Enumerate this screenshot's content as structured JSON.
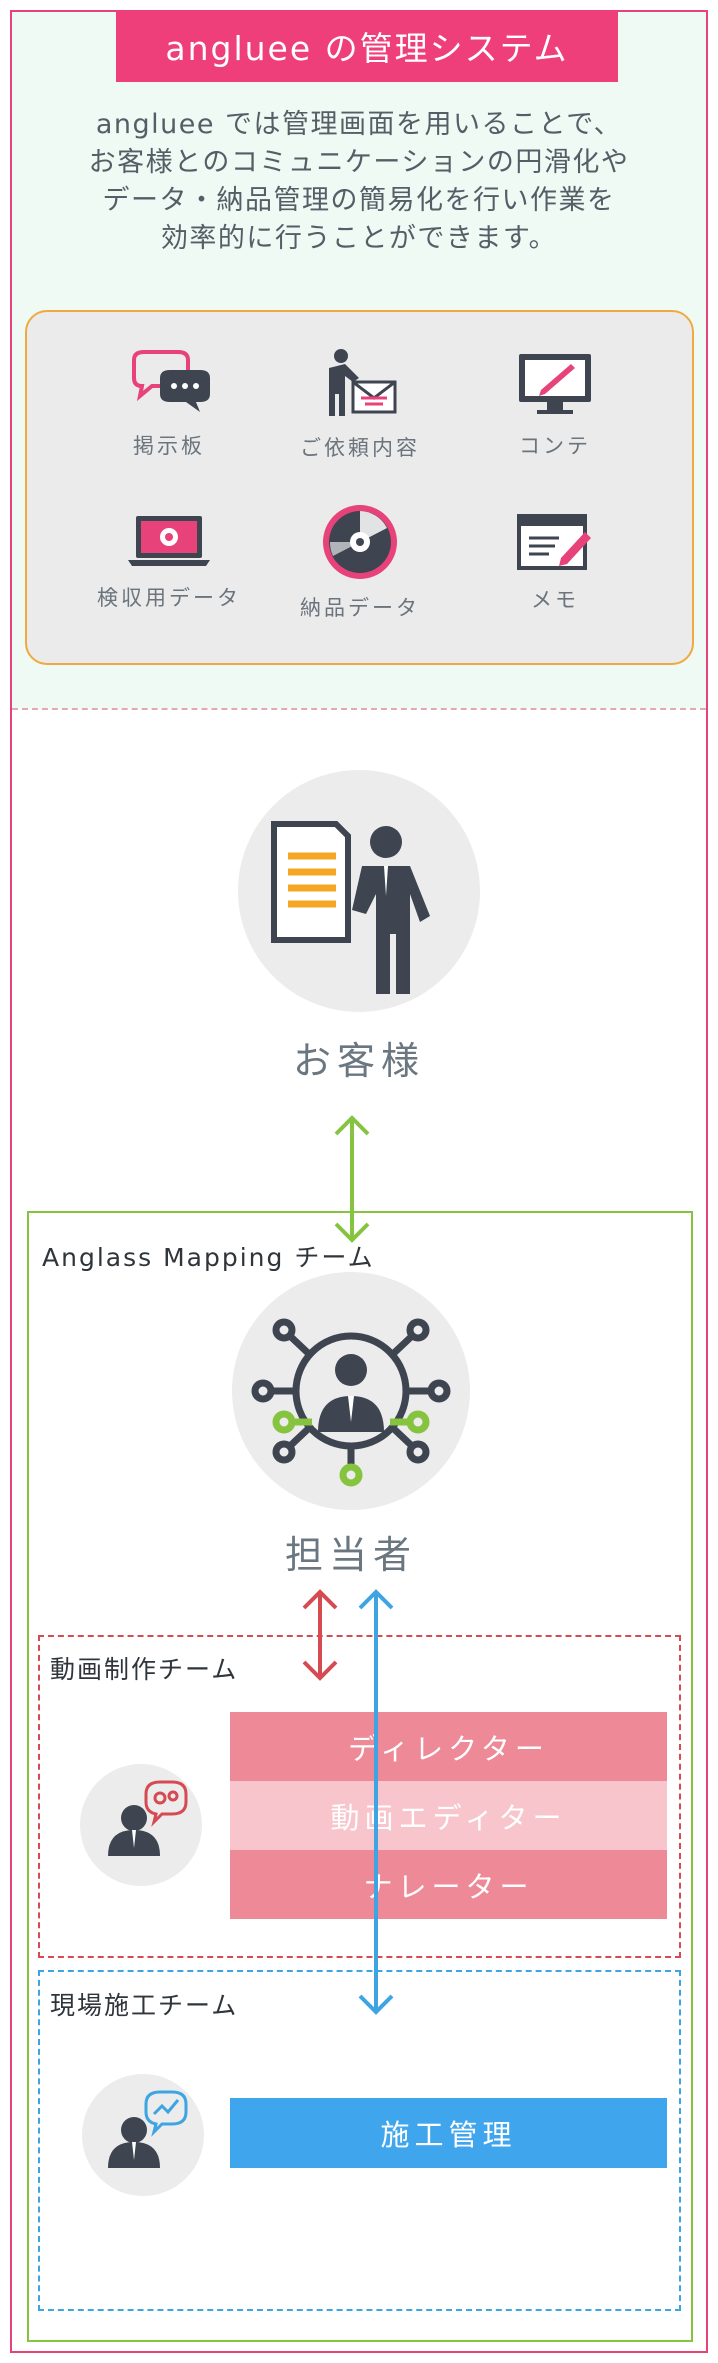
{
  "header": {
    "title": "angluee の管理システム",
    "intro_lines": [
      "angluee では管理画面を用いることで、",
      "お客様とのコミュニケーションの円滑化や",
      "データ・納品管理の簡易化を行い作業を",
      "効率的に行うことができます。"
    ]
  },
  "features": [
    {
      "label": "掲示板",
      "icon": "chat-bubbles-icon"
    },
    {
      "label": "ご依頼内容",
      "icon": "person-envelope-icon"
    },
    {
      "label": "コンテ",
      "icon": "monitor-pen-icon"
    },
    {
      "label": "検収用データ",
      "icon": "laptop-gear-icon"
    },
    {
      "label": "納品データ",
      "icon": "disc-icon"
    },
    {
      "label": "メモ",
      "icon": "window-pencil-icon"
    }
  ],
  "customer": {
    "label": "お客様",
    "icon": "document-businessman-icon"
  },
  "team": {
    "label": "Anglass Mapping チーム",
    "manager": {
      "label": "担当者",
      "icon": "network-person-icon"
    },
    "video_team": {
      "label": "動画制作チーム",
      "icon": "person-gears-icon",
      "roles": [
        "ディレクター",
        "動画エディター",
        "ナレーター"
      ]
    },
    "site_team": {
      "label": "現場施工チーム",
      "icon": "person-chart-icon",
      "roles": [
        "施工管理"
      ]
    }
  },
  "colors": {
    "pink": "#ee3f7a",
    "orange": "#f0a93f",
    "green": "#86c440",
    "red": "#d64a52",
    "blue": "#3ea4e2",
    "dark": "#3e4550"
  }
}
